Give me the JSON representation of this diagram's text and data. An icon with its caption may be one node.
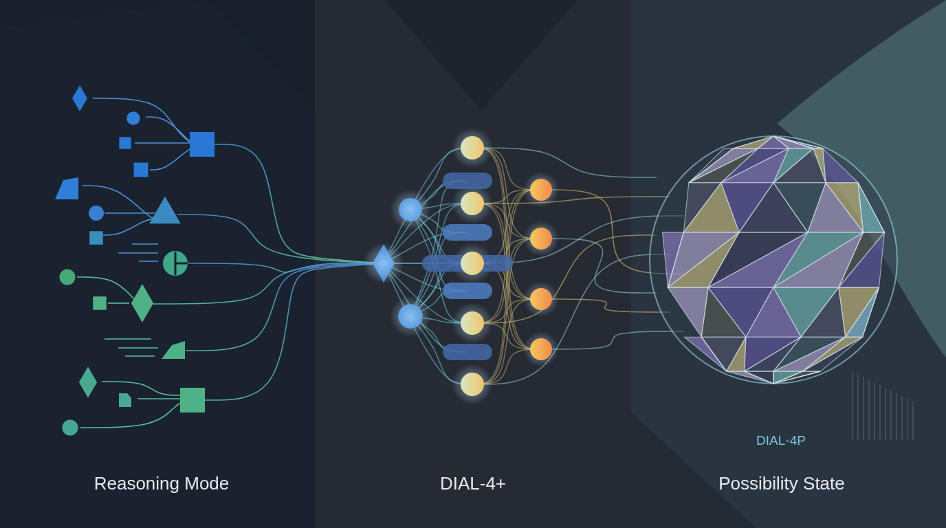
{
  "diagram": {
    "labels": [
      "Reasoning Mode",
      "DIAL-4+",
      "DIAL-4P",
      "Possibility State"
    ]
  }
}
